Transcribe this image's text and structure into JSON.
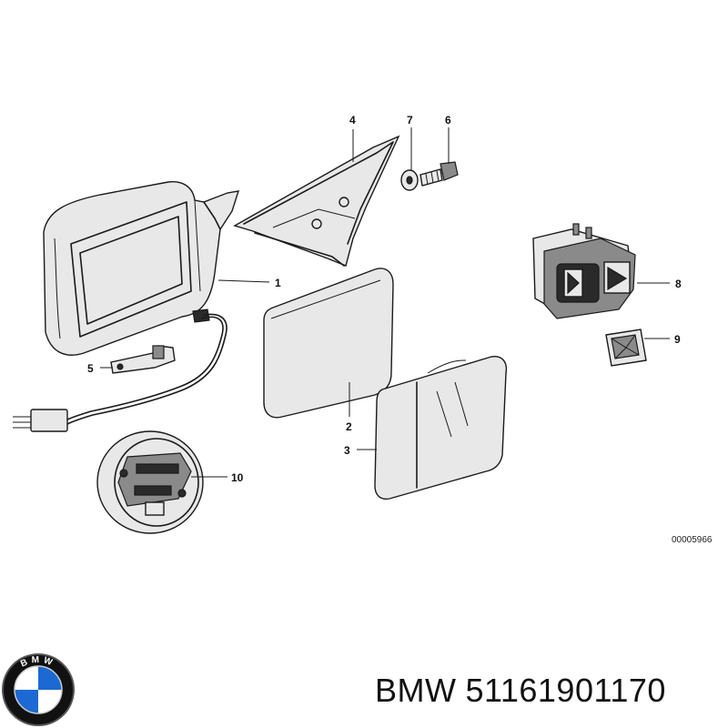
{
  "diagram": {
    "reference_code": "00005966",
    "callouts": [
      "1",
      "2",
      "3",
      "4",
      "5",
      "6",
      "7",
      "8",
      "9",
      "10"
    ]
  },
  "logo": {
    "letters": "BMW",
    "colors": {
      "ring": "#111111",
      "blue": "#1c69d4",
      "white": "#ffffff"
    }
  },
  "brand_line": {
    "brand": "BMW",
    "part_number": "51161901170"
  }
}
